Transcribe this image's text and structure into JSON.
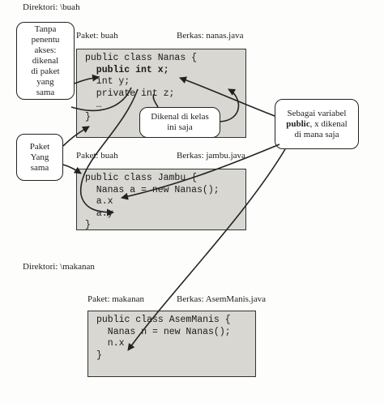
{
  "directories": {
    "buah": "Direktori: \\buah",
    "makanan": "Direktori: \\makanan"
  },
  "files": {
    "nanas": {
      "package": "Paket: buah",
      "file": "Berkas: nanas.java",
      "code": [
        "public class Nanas {",
        "  public int x;",
        "  int y;",
        "  private int z;",
        "  …",
        "}"
      ]
    },
    "jambu": {
      "package": "Paket: buah",
      "file": "Berkas: jambu.java",
      "code": [
        "public class Jambu {",
        "  Nanas a = new Nanas();",
        "  a.x",
        "  a.y",
        "}"
      ]
    },
    "asemmanis": {
      "package": "Paket: makanan",
      "file": "Berkas: AsemManis.java",
      "code": [
        "public class AsemManis {",
        "  Nanas n = new Nanas();",
        "",
        "  n.x",
        "}"
      ]
    }
  },
  "callouts": {
    "tanpa_penentu": [
      "Tanpa",
      "penentu",
      "akses:",
      "dikenal",
      "di paket",
      "yang",
      "sama"
    ],
    "paket_yang_sama": [
      "Paket",
      "Yang",
      "sama"
    ],
    "dikenal_kelas": [
      "Dikenal di kelas",
      "ini saja"
    ],
    "public_var": {
      "line1": "Sebagai variabel",
      "bold": "public",
      "line2_rest": ", x dikenal",
      "line3": "di mana saja"
    }
  },
  "colors": {
    "code_bg": "#d9d7d2",
    "stroke": "#222222"
  }
}
